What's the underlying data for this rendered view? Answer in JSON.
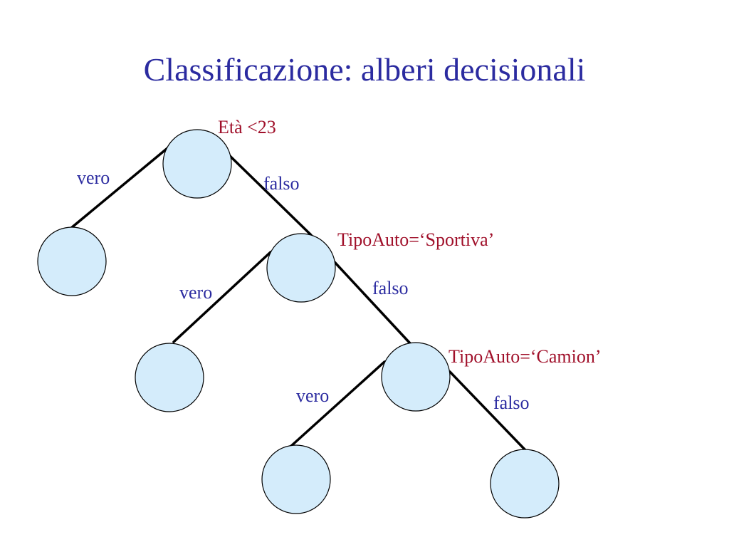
{
  "slide": {
    "title": "Classificazione: alberi decisionali"
  },
  "colors": {
    "title": "#2b2ba0",
    "branch_label": "#2b2ba0",
    "condition_label": "#a0102a",
    "node_fill": "#d4ecfb",
    "node_stroke": "#000000",
    "edge": "#000000"
  },
  "tree": {
    "nodes": [
      {
        "id": "root",
        "condition": "Età <23"
      },
      {
        "id": "leaf-1"
      },
      {
        "id": "sportiva",
        "condition": "TipoAuto=‘Sportiva’"
      },
      {
        "id": "leaf-2"
      },
      {
        "id": "camion",
        "condition": "TipoAuto=‘Camion’"
      },
      {
        "id": "leaf-3"
      },
      {
        "id": "leaf-4"
      }
    ],
    "edges": [
      {
        "from": "root",
        "to": "leaf-1",
        "label": "vero"
      },
      {
        "from": "root",
        "to": "sportiva",
        "label": "falso"
      },
      {
        "from": "sportiva",
        "to": "leaf-2",
        "label": "vero"
      },
      {
        "from": "sportiva",
        "to": "camion",
        "label": "falso"
      },
      {
        "from": "camion",
        "to": "leaf-3",
        "label": "vero"
      },
      {
        "from": "camion",
        "to": "leaf-4",
        "label": "falso"
      }
    ]
  }
}
